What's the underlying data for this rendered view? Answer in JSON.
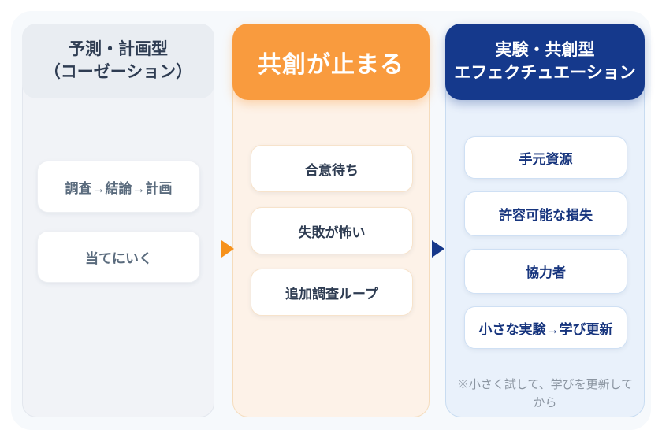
{
  "colors": {
    "canvas_bg": "#F6F9FC",
    "left_column_bg": "#F1F3F7",
    "left_header_bg": "#E9EDF2",
    "middle_column_bg": "#FDF2E8",
    "middle_header_bg": "#F99B3E",
    "right_column_bg": "#E9F1FB",
    "right_header_bg": "#15398C",
    "arrow_orange": "#F6921C",
    "arrow_navy": "#16388A",
    "heading_text_dark": "#2E3C52",
    "left_item_text": "#5A6B7D",
    "right_item_text": "#17357E",
    "footnote_text": "#8B95A1"
  },
  "columns": {
    "left": {
      "header": "予測・計画型\n（コーゼーション）",
      "items": [
        "調査→結論→計画",
        "当てにいく"
      ]
    },
    "middle": {
      "header": "共創が止まる",
      "items": [
        "合意待ち",
        "失敗が怖い",
        "追加調査ループ"
      ]
    },
    "right": {
      "header": "実験・共創型\nエフェクチュエーション",
      "items": [
        "手元資源",
        "許容可能な損失",
        "協力者",
        "小さな実験→学び更新"
      ],
      "footnote": "※小さく試して、学びを更新してから"
    }
  }
}
